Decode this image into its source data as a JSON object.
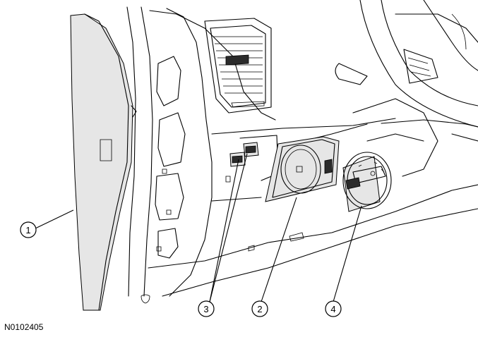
{
  "figure_id": "N0102405",
  "callouts": [
    {
      "label": "1",
      "part": "end-panel"
    },
    {
      "label": "2",
      "part": "headlamp-switch-bezel"
    },
    {
      "label": "3",
      "part": "electrical-connectors"
    },
    {
      "label": "4",
      "part": "headlamp-switch"
    }
  ]
}
